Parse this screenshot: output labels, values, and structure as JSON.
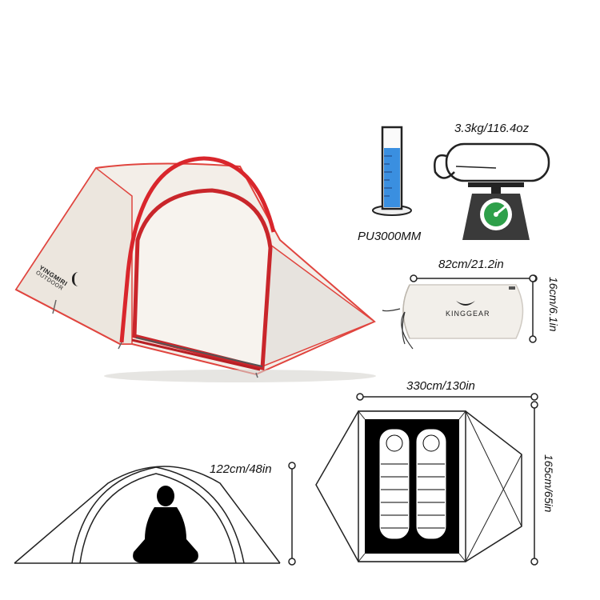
{
  "tent_logo": {
    "brand_line1": "YINGMIRI",
    "brand_line2": "OUTDOOR"
  },
  "water_column": {
    "label": "PU3000MM",
    "icon": "graduated-cylinder-icon"
  },
  "weight": {
    "label": "3.3kg/116.4oz",
    "icon": "scale-icon"
  },
  "pack": {
    "width_label": "82cm/21.2in",
    "height_label": "16cm/6.1in",
    "brand": "KINGGEAR",
    "icon": "stuff-sack-icon"
  },
  "floor_plan": {
    "length_label": "330cm/130in",
    "width_label": "165cm/65in",
    "icon": "sleeping-bag-icon"
  },
  "side_profile": {
    "height_label": "122cm/48in",
    "icon": "seated-person-icon"
  },
  "colors": {
    "tent_fabric": "#f2ede6",
    "pole_red": "#d9262c",
    "water_blue": "#3a8fe0",
    "scale_green": "#2ea04a",
    "scale_body": "#3a3a3a",
    "line": "#222222"
  }
}
